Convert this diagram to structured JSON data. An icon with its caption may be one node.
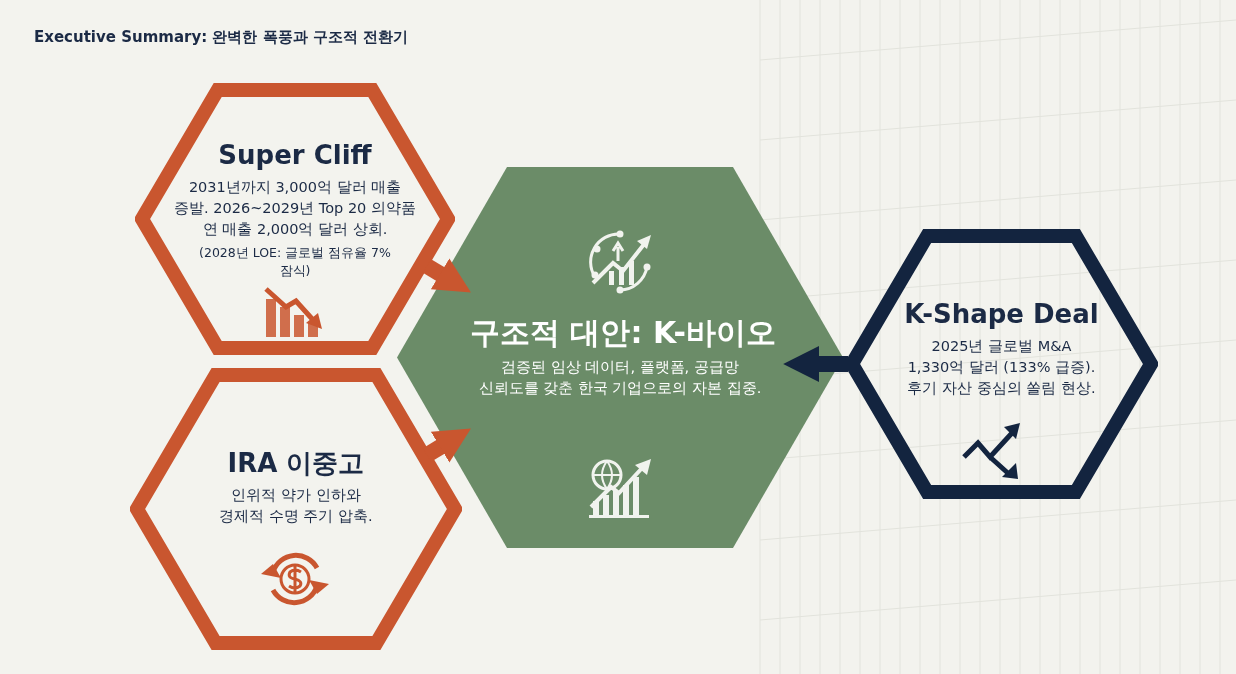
{
  "diagram": {
    "title": "Executive Summary: 완벽한 폭풍과 구조적 전환기",
    "nodes": [
      {
        "text": [
          "Super Cliff",
          "2031년까지 3,000억 달러 매출 증발. 2026~2029년 Top 20 의약품 연 매출 2,000억 달러 상회.",
          "(2028년 LOE: 글로벌 점유율 7% 잠식)"
        ]
      },
      {
        "text": [
          "IRA 이중고",
          "인위적 약가 인하와 경제적 수명 주기 압축."
        ]
      },
      {
        "text": [
          "구조적 대안: K-바이오",
          "검증된 임상 데이터, 플랫폼, 공급망 신뢰도를 갖춘 한국 기업으로의 자본 집중."
        ]
      },
      {
        "text": [
          "K-Shape Deal",
          "2025년 글로벌 M&A 1,330억 달러 (133% 급증). 후기 자산 중심의 쏠림 현상."
        ]
      }
    ],
    "edges": [
      {
        "from": 0,
        "to": 2,
        "arrow": "to"
      },
      {
        "from": 1,
        "to": 2,
        "arrow": "to"
      },
      {
        "from": 3,
        "to": 2,
        "arrow": "to",
        "color": "#13243f"
      }
    ]
  }
}
